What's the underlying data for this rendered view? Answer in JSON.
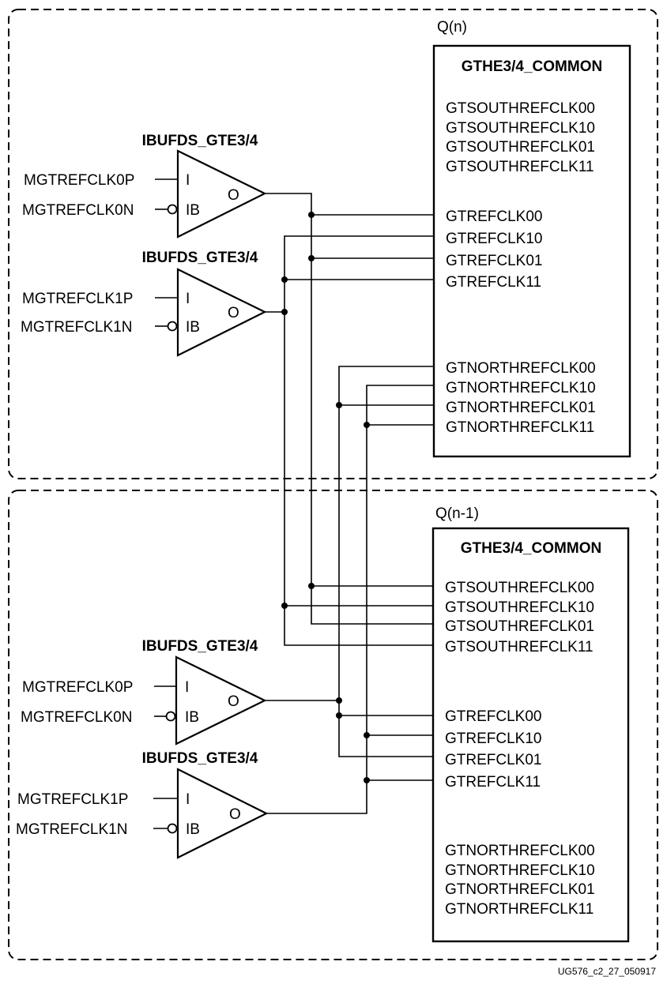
{
  "quads": [
    {
      "label": "Q(n)",
      "common": {
        "title": "GTHE3/4_COMMON",
        "south_pins": [
          "GTSOUTHREFCLK00",
          "GTSOUTHREFCLK10",
          "GTSOUTHREFCLK01",
          "GTSOUTHREFCLK11"
        ],
        "refclk_pins": [
          "GTREFCLK00",
          "GTREFCLK10",
          "GTREFCLK01",
          "GTREFCLK11"
        ],
        "north_pins": [
          "GTNORTHREFCLK00",
          "GTNORTHREFCLK10",
          "GTNORTHREFCLK01",
          "GTNORTHREFCLK11"
        ]
      },
      "buffers": [
        {
          "title": "IBUFDS_GTE3/4",
          "in_p": "MGTREFCLK0P",
          "in_n": "MGTREFCLK0N",
          "pin_i": "I",
          "pin_ib": "IB",
          "pin_o": "O"
        },
        {
          "title": "IBUFDS_GTE3/4",
          "in_p": "MGTREFCLK1P",
          "in_n": "MGTREFCLK1N",
          "pin_i": "I",
          "pin_ib": "IB",
          "pin_o": "O"
        }
      ]
    },
    {
      "label": "Q(n-1)",
      "common": {
        "title": "GTHE3/4_COMMON",
        "south_pins": [
          "GTSOUTHREFCLK00",
          "GTSOUTHREFCLK10",
          "GTSOUTHREFCLK01",
          "GTSOUTHREFCLK11"
        ],
        "refclk_pins": [
          "GTREFCLK00",
          "GTREFCLK10",
          "GTREFCLK01",
          "GTREFCLK11"
        ],
        "north_pins": [
          "GTNORTHREFCLK00",
          "GTNORTHREFCLK10",
          "GTNORTHREFCLK01",
          "GTNORTHREFCLK11"
        ]
      },
      "buffers": [
        {
          "title": "IBUFDS_GTE3/4",
          "in_p": "MGTREFCLK0P",
          "in_n": "MGTREFCLK0N",
          "pin_i": "I",
          "pin_ib": "IB",
          "pin_o": "O"
        },
        {
          "title": "IBUFDS_GTE3/4",
          "in_p": "MGTREFCLK1P",
          "in_n": "MGTREFCLK1N",
          "pin_i": "I",
          "pin_ib": "IB",
          "pin_o": "O"
        }
      ]
    }
  ],
  "figure_id": "UG576_c2_27_050917"
}
